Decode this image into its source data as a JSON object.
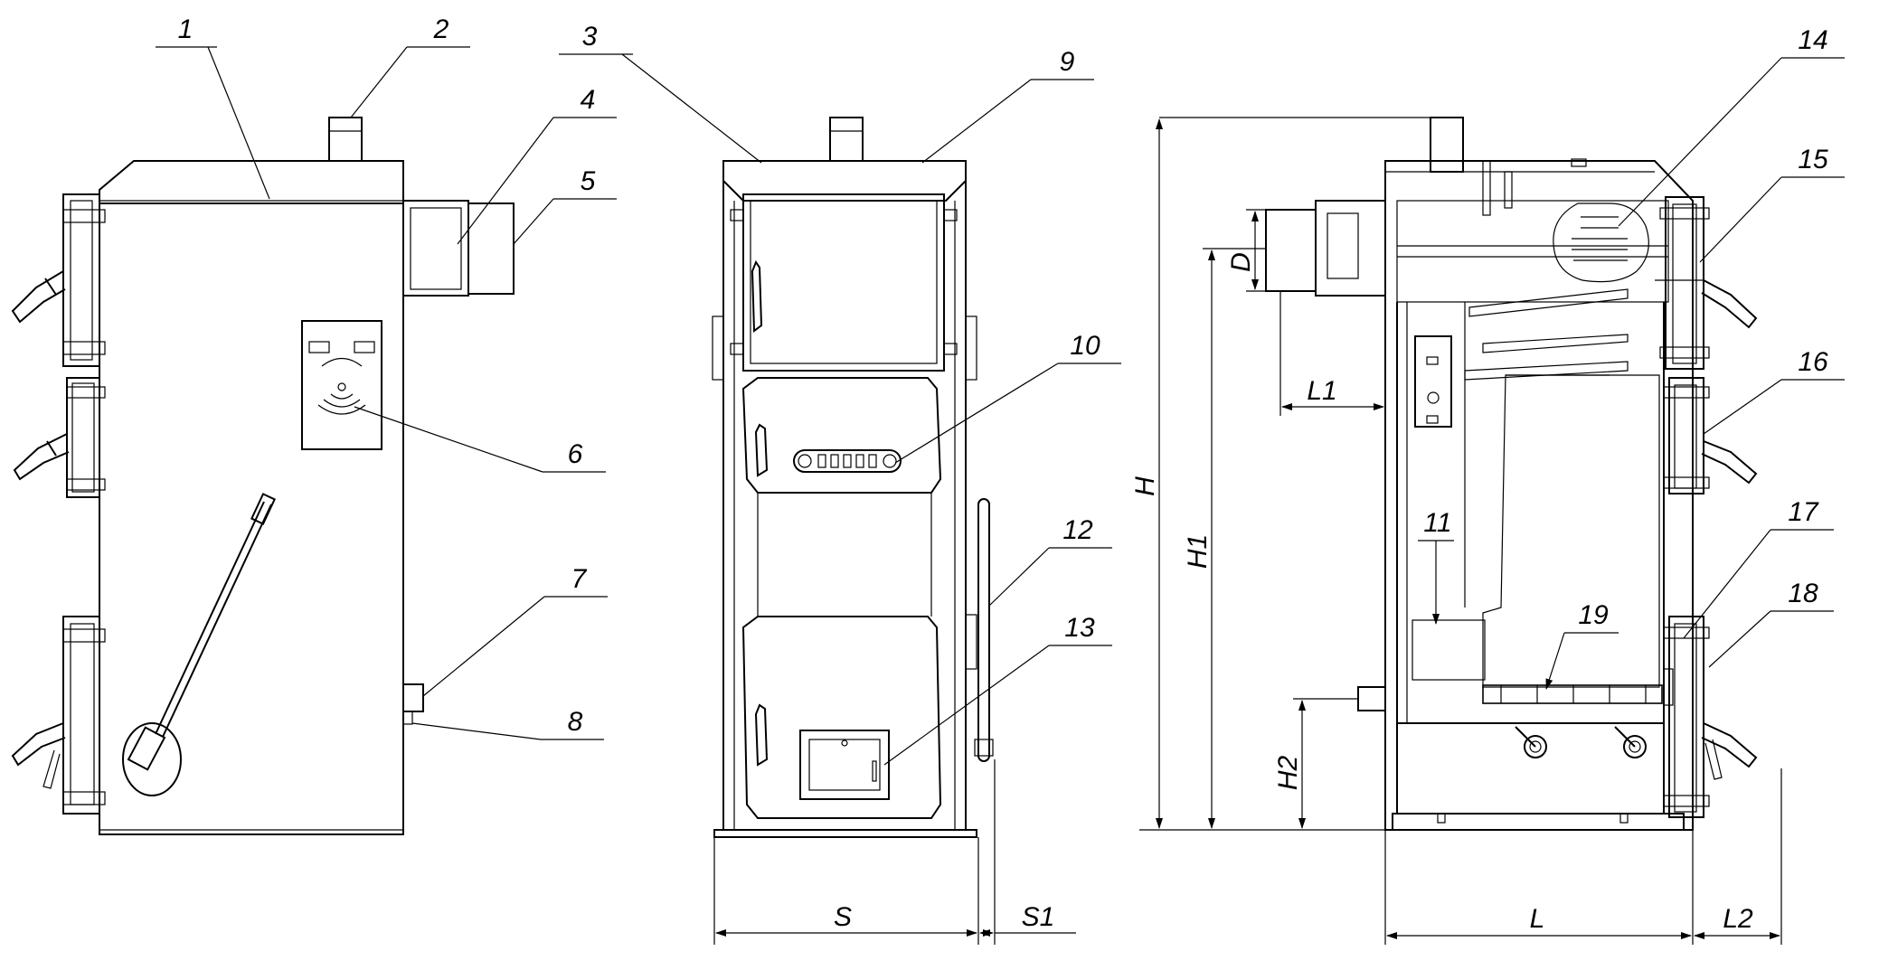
{
  "callouts": [
    "1",
    "2",
    "3",
    "4",
    "5",
    "6",
    "7",
    "8",
    "9",
    "10",
    "11",
    "12",
    "13",
    "14",
    "15",
    "16",
    "17",
    "18",
    "19"
  ],
  "dimensions": {
    "H": "H",
    "H1": "H1",
    "H2": "H2",
    "D": "D",
    "L": "L",
    "L1": "L1",
    "L2": "L2",
    "S": "S",
    "S1": "S1"
  },
  "colors": {
    "line": "#000000",
    "background": "#ffffff"
  },
  "icons": [
    "boiler-side-view",
    "boiler-front-view",
    "boiler-section-view"
  ]
}
